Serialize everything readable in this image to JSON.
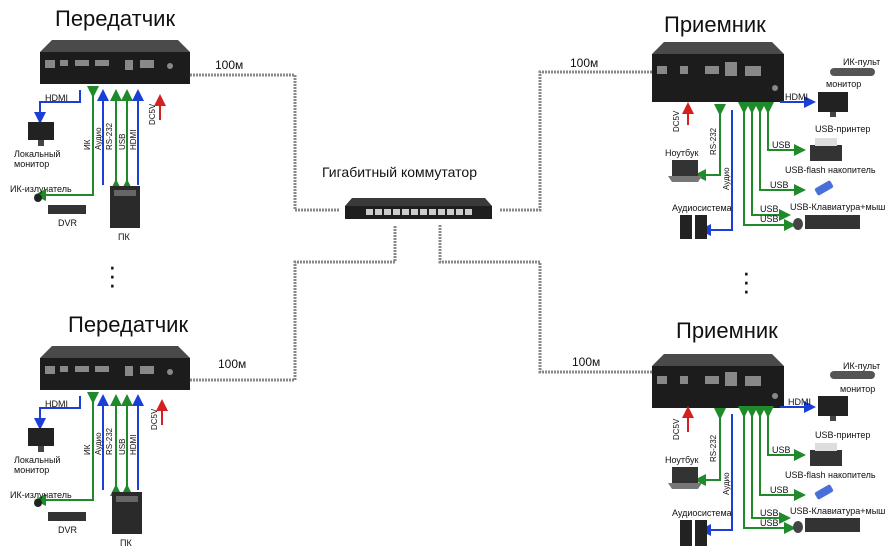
{
  "transmitter_title": "Передатчик",
  "receiver_title": "Приемник",
  "switch_label": "Гигабитный коммутатор",
  "cable_length": "100м",
  "tx": {
    "hdmi": "HDMI",
    "local_monitor": "Локальный монитор",
    "ir_emitter": "ИК-излучатель",
    "dvr": "DVR",
    "pc": "ПК",
    "ir": "ИК",
    "audio": "Аудио",
    "rs232": "RS-232",
    "usb": "USB",
    "hdmi_v": "HDMI",
    "dc5v": "DC5V"
  },
  "rx": {
    "ir_remote": "ИК-пульт",
    "monitor": "монитор",
    "hdmi": "HDMI",
    "dc5v": "DC5V",
    "rs232": "RS-232",
    "laptop": "Ноутбук",
    "audio": "Аудио",
    "speakers": "Аудиосистема",
    "usb": "USB",
    "usb_printer": "USB-принтер",
    "usb_flash": "USB-flash накопитель",
    "usb_kbm": "USB-Клавиатура+мышь"
  },
  "colors": {
    "blue": "#1a3fd6",
    "green": "#1f8a2a",
    "red": "#d42020"
  }
}
